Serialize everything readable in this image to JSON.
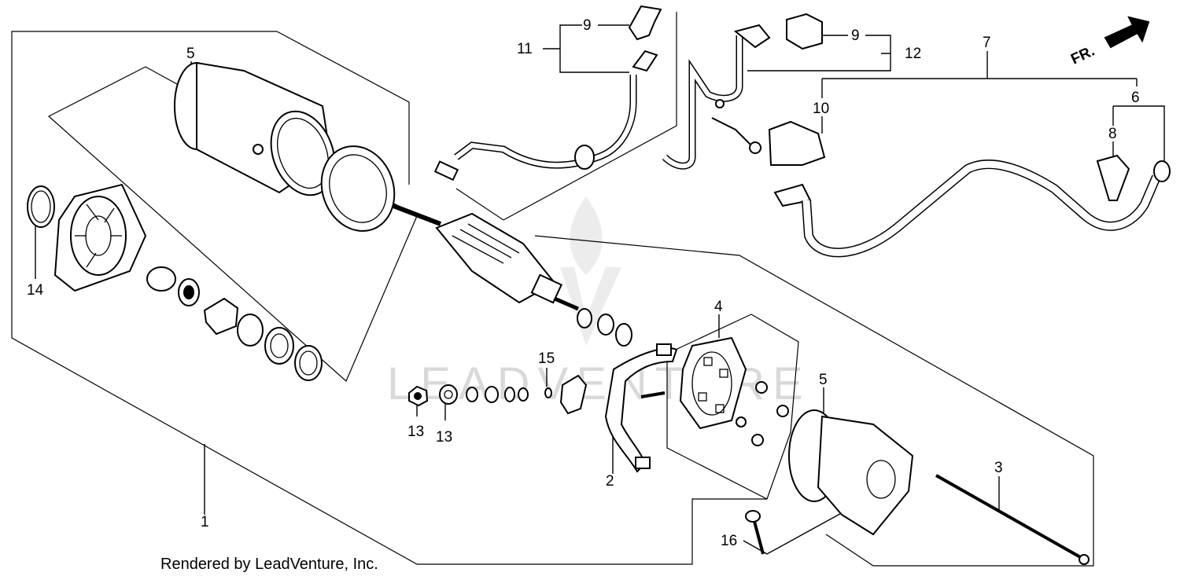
{
  "callouts": {
    "c1": "1",
    "c2": "2",
    "c3": "3",
    "c4": "4",
    "c5a": "5",
    "c5b": "5",
    "c6": "6",
    "c7": "7",
    "c8": "8",
    "c9a": "9",
    "c9b": "9",
    "c10": "10",
    "c11": "11",
    "c12": "12",
    "c13a": "13",
    "c13b": "13",
    "c14": "14",
    "c15": "15",
    "c16": "16"
  },
  "direction_label": "FR.",
  "watermark": "LEADVENTURE",
  "footer_credit": "Rendered by LeadVenture, Inc."
}
